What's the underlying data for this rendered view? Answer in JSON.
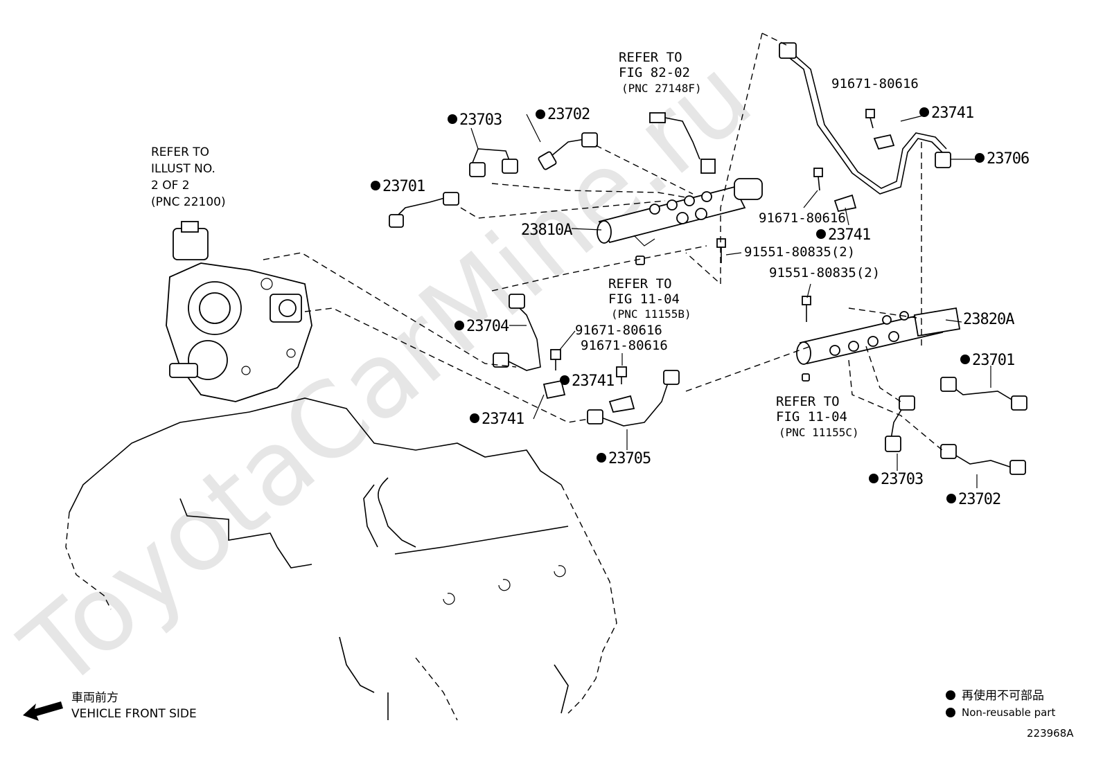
{
  "diagram_id": "223968A",
  "watermark": "ToyotaCarMine.ru",
  "callouts": {
    "pump_refer": [
      "REFER TO",
      "ILLUST NO.",
      "2 OF 2",
      "(PNC 22100)"
    ],
    "refer_82": [
      "REFER TO",
      "FIG 82-02",
      "(PNC 27148F)"
    ],
    "refer_1104b": [
      "REFER TO",
      "FIG 11-04",
      "(PNC 11155B)"
    ],
    "refer_1104c": [
      "REFER TO",
      "FIG 11-04",
      "(PNC 11155C)"
    ]
  },
  "parts": {
    "p23703_top": "23703",
    "p23702_top": "23702",
    "p23701_left": "23701",
    "p23810a": "23810A",
    "p91671_tr": "91671-80616",
    "p23741_tr": "23741",
    "p23706": "23706",
    "p91671_mid": "91671-80616",
    "p23741_mid": "23741",
    "p91551_a": "91551-80835(2)",
    "p91551_b": "91551-80835(2)",
    "p23704": "23704",
    "p91671_l1": "91671-80616",
    "p91671_l2": "91671-80616",
    "p23741_l1": "23741",
    "p23741_l2": "23741",
    "p23705": "23705",
    "p23820a": "23820A",
    "p23701_right": "23701",
    "p23703_bottom": "23703",
    "p23702_bottom": "23702"
  },
  "legend": {
    "marker": "●",
    "jp_text": "再使用不可部品",
    "en_text": "Non-reusable part"
  },
  "front": {
    "jp_text": "車両前方",
    "en_text": "VEHICLE FRONT SIDE"
  }
}
